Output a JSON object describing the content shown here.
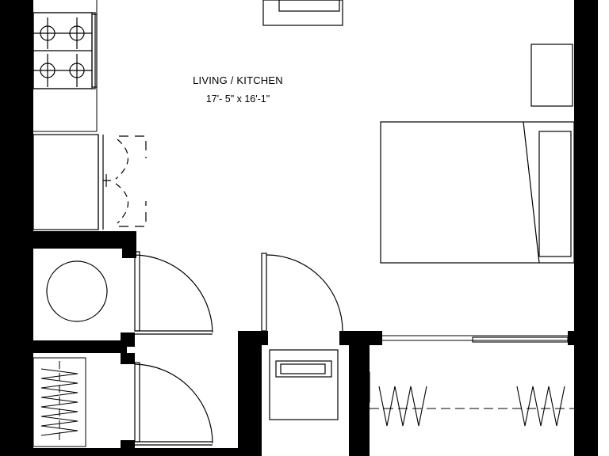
{
  "rooms": [
    {
      "name": "LIVING / KITCHEN",
      "dimensions": "17'- 5\" x 16'-1\""
    }
  ],
  "colors": {
    "wall": "#000000",
    "line": "#000000",
    "background": "#ffffff"
  },
  "fixtures": [
    "range-with-four-burners",
    "refrigerator",
    "water-heater",
    "bed",
    "nightstand",
    "sink-vanity",
    "closet-rods",
    "wardrobe-closet"
  ]
}
